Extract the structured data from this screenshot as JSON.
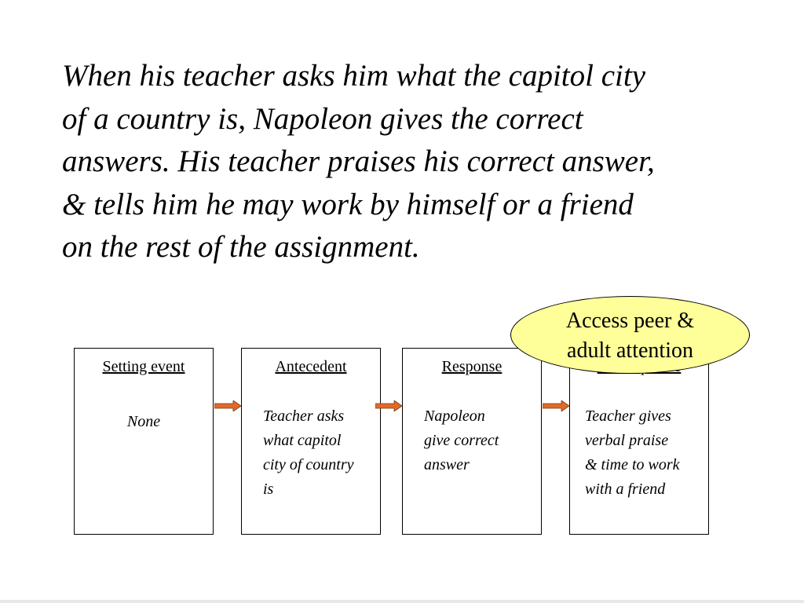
{
  "scenario": {
    "lines": [
      "When his teacher asks him what the capitol city",
      "of a country is, Napoleon gives the correct",
      "answers. His teacher praises his correct answer,",
      "& tells him he may work by himself or a friend",
      "on the rest of the assignment."
    ]
  },
  "diagram": {
    "boxes": [
      {
        "title": "Setting event",
        "body": [
          "None"
        ]
      },
      {
        "title": "Antecedent",
        "body": [
          "Teacher asks",
          "what capitol",
          "city of country",
          "is"
        ]
      },
      {
        "title": "Response",
        "body": [
          "Napoleon",
          "give correct",
          "answer"
        ]
      },
      {
        "title": "Consequence",
        "body": [
          "Teacher gives",
          "verbal praise",
          "& time to work",
          "with a friend"
        ]
      }
    ],
    "function_callout": {
      "lines": [
        "Access peer &",
        "adult attention"
      ],
      "fill_color": "#ffff99"
    },
    "arrow_color": "#e06a2a"
  }
}
